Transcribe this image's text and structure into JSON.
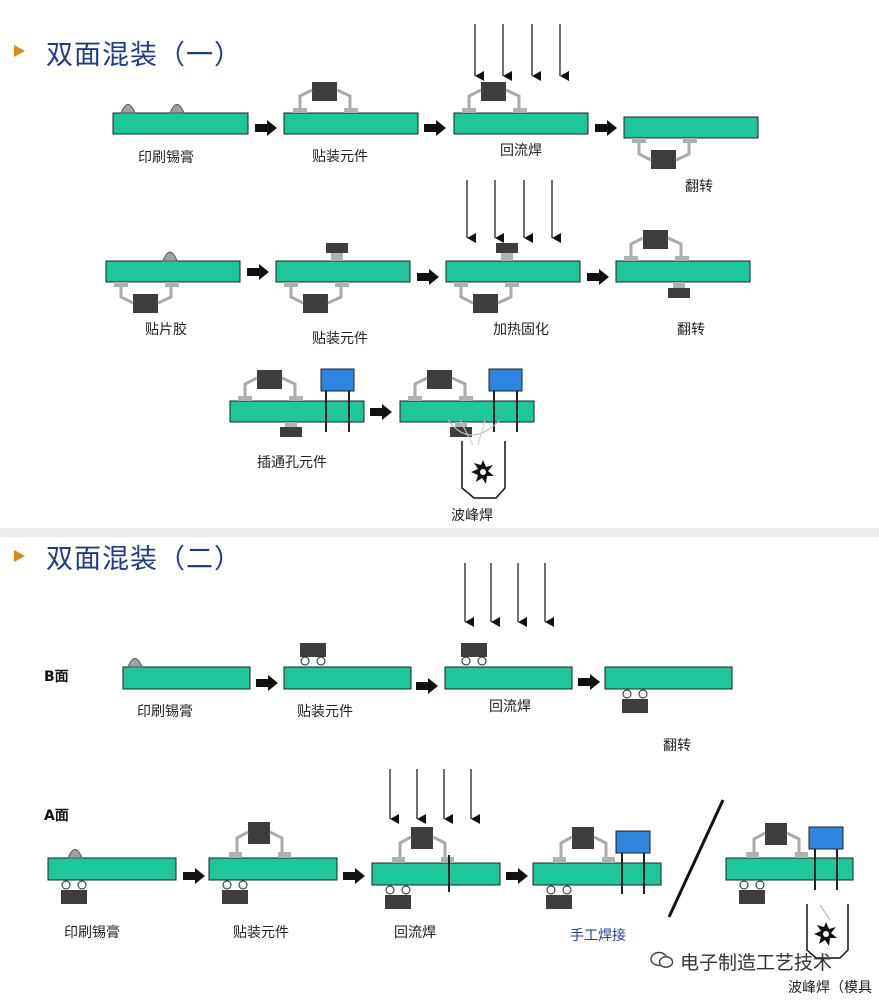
{
  "sections": [
    {
      "title": "双面混装（一）"
    },
    {
      "title": "双面混装（二）"
    }
  ],
  "section1": {
    "row1": [
      "印刷锡膏",
      "贴装元件",
      "回流焊",
      "翻转"
    ],
    "row2": [
      "贴片胶",
      "贴装元件",
      "加热固化",
      "翻转"
    ],
    "row3": [
      "插通孔元件",
      "波峰焊"
    ]
  },
  "section2": {
    "side_b": "B面",
    "side_a": "A面",
    "rowB": [
      "印刷锡膏",
      "贴装元件",
      "回流焊",
      "翻转"
    ],
    "rowA": [
      "印刷锡膏",
      "贴装元件",
      "回流焊",
      "手工焊接",
      "波峰焊（模具"
    ]
  },
  "watermark": "电子制造工艺技术",
  "colors": {
    "board": "#1ec79a",
    "component": "#3d3d3d",
    "through_hole": "#2f86e0",
    "pad": "#a8a8a8",
    "title": "#1f3a8f",
    "bullet": "#d98a1c"
  }
}
